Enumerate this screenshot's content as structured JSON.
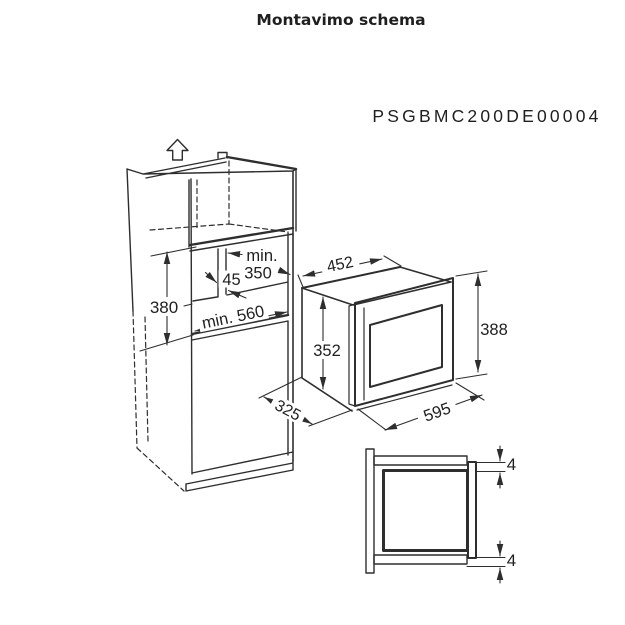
{
  "title": "Montavimo schema",
  "model_code": "PSGBMC200DE00004",
  "colors": {
    "title_text": "#1b2a41",
    "diagram_lines": "#2e2e2e",
    "dimension_text": "#1f1f1f",
    "model_text": "#3d3d3d"
  },
  "diagram": {
    "cabinet": {
      "niche_height": "380",
      "niche_min_width": "min. 560",
      "niche_min_height_line1": "min.",
      "niche_min_height_line2": "350",
      "vent_gap": "45"
    },
    "microwave": {
      "body_width": "452",
      "body_height": "352",
      "body_depth": "325",
      "front_width": "595",
      "front_height": "388"
    },
    "section": {
      "top_clearance": "4",
      "bottom_clearance": "4"
    }
  }
}
